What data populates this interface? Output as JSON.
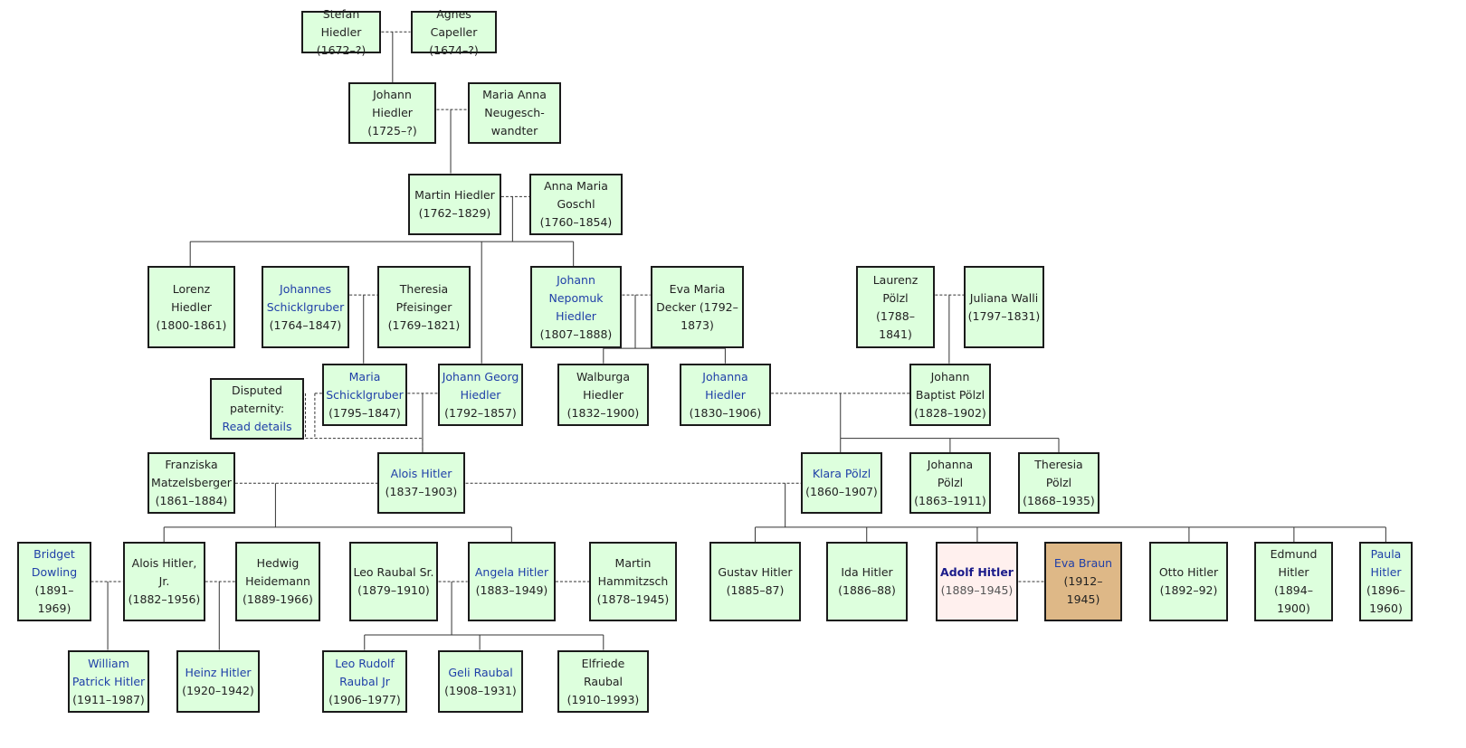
{
  "tree": {
    "people": [
      {
        "id": "stefan",
        "name": "Stefan Hiedler",
        "dates": "(1672–?)",
        "link": false
      },
      {
        "id": "agnes",
        "name": "Agnes Capeller",
        "dates": "(1674–?)",
        "link": false
      },
      {
        "id": "johann_h",
        "name": "Johann Hiedler",
        "dates": "(1725–?)",
        "link": false
      },
      {
        "id": "maria_anna",
        "name": "Maria Anna Neugesch-wandter",
        "dates": "",
        "link": false
      },
      {
        "id": "martin_h",
        "name": "Martin Hiedler",
        "dates": "(1762–1829)",
        "link": false
      },
      {
        "id": "anna_maria",
        "name": "Anna Maria Goschl",
        "dates": "(1760–1854)",
        "link": false
      },
      {
        "id": "lorenz",
        "name": "Lorenz Hiedler",
        "dates": "(1800-1861)",
        "link": false
      },
      {
        "id": "johannes_s",
        "name": "Johannes Schicklgruber",
        "dates": "(1764–1847)",
        "link": true
      },
      {
        "id": "theresia_p",
        "name": "Theresia Pfeisinger",
        "dates": "(1769–1821)",
        "link": false
      },
      {
        "id": "johann_nepomuk",
        "name": "Johann Nepomuk Hiedler",
        "dates": "(1807–1888)",
        "link": true
      },
      {
        "id": "eva_maria",
        "name": "Eva Maria Decker (1792–1873)",
        "dates": "",
        "link": false
      },
      {
        "id": "laurenz",
        "name": "Laurenz Pölzl",
        "dates": "(1788–1841)",
        "link": false
      },
      {
        "id": "juliana",
        "name": "Juliana Walli",
        "dates": "(1797–1831)",
        "link": false
      },
      {
        "id": "maria_s",
        "name": "Maria Schicklgruber",
        "dates": "(1795–1847)",
        "link": true
      },
      {
        "id": "johann_georg",
        "name": "Johann Georg Hiedler",
        "dates": "(1792–1857)",
        "link": true
      },
      {
        "id": "walburga",
        "name": "Walburga Hiedler",
        "dates": "(1832–1900)",
        "link": false
      },
      {
        "id": "johanna_h",
        "name": "Johanna Hiedler",
        "dates": "(1830–1906)",
        "link": true
      },
      {
        "id": "johann_baptist",
        "name": "Johann Baptist Pölzl",
        "dates": "(1828–1902)",
        "link": false
      },
      {
        "id": "franziska",
        "name": "Franziska Matzelsberger",
        "dates": "(1861–1884)",
        "link": false
      },
      {
        "id": "alois",
        "name": "Alois Hitler",
        "dates": "(1837–1903)",
        "link": true
      },
      {
        "id": "klara",
        "name": "Klara Pölzl",
        "dates": "(1860–1907)",
        "link": true
      },
      {
        "id": "johanna_p",
        "name": "Johanna Pölzl",
        "dates": "(1863–1911)",
        "link": false
      },
      {
        "id": "theresia_pz",
        "name": "Theresia Pölzl",
        "dates": "(1868–1935)",
        "link": false
      },
      {
        "id": "bridget",
        "name": "Bridget Dowling",
        "dates": "(1891–1969)",
        "link": true
      },
      {
        "id": "alois_jr",
        "name": "Alois Hitler, Jr.",
        "dates": "(1882–1956)",
        "link": false
      },
      {
        "id": "hedwig",
        "name": "Hedwig Heidemann",
        "dates": "(1889-1966)",
        "link": false
      },
      {
        "id": "leo_sr",
        "name": "Leo Raubal Sr.",
        "dates": "(1879–1910)",
        "link": false
      },
      {
        "id": "angela",
        "name": "Angela Hitler",
        "dates": "(1883–1949)",
        "link": true
      },
      {
        "id": "martin_ham",
        "name": "Martin Hammitzsch",
        "dates": "(1878–1945)",
        "link": false
      },
      {
        "id": "gustav",
        "name": "Gustav Hitler",
        "dates": "(1885–87)",
        "link": false
      },
      {
        "id": "ida",
        "name": "Ida Hitler",
        "dates": "(1886–88)",
        "link": false
      },
      {
        "id": "adolf",
        "name": "Adolf Hitler",
        "dates": "(1889–1945)",
        "link": false,
        "bold": true,
        "style": "highlight"
      },
      {
        "id": "eva_braun",
        "name": "Eva Braun",
        "dates": "(1912–1945)",
        "link": true,
        "style": "spouse-highlight"
      },
      {
        "id": "otto",
        "name": "Otto Hitler",
        "dates": "(1892–92)",
        "link": false
      },
      {
        "id": "edmund",
        "name": "Edmund Hitler",
        "dates": "(1894–1900)",
        "link": false
      },
      {
        "id": "paula",
        "name": "Paula Hitler",
        "dates": "(1896–1960)",
        "link": true
      },
      {
        "id": "william",
        "name": "William Patrick Hitler",
        "dates": "(1911–1987)",
        "link": true
      },
      {
        "id": "heinz",
        "name": "Heinz Hitler",
        "dates": "(1920–1942)",
        "link": true
      },
      {
        "id": "leo_jr",
        "name": "Leo Rudolf Raubal Jr",
        "dates": "(1906–1977)",
        "link": true
      },
      {
        "id": "geli",
        "name": "Geli Raubal",
        "dates": "(1908–1931)",
        "link": true
      },
      {
        "id": "elfriede",
        "name": "Elfriede Raubal",
        "dates": "(1910–1993)",
        "link": false
      }
    ],
    "disputed": {
      "label": "Disputed paternity:",
      "link_text": "Read details"
    }
  }
}
